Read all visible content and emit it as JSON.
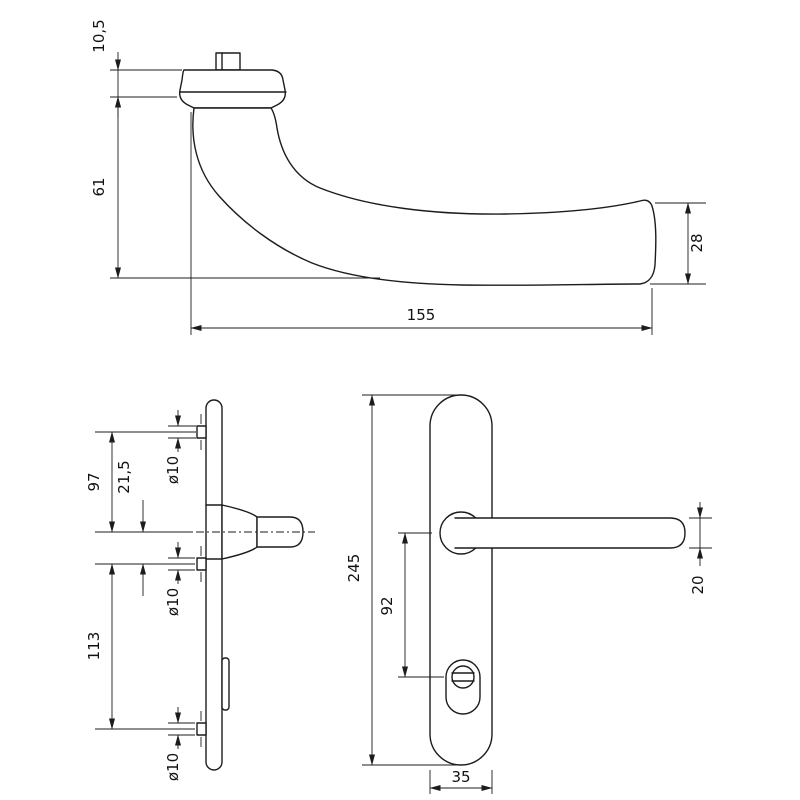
{
  "page": {
    "background": "#ffffff",
    "line_color": "#1c1c1c"
  },
  "drawing": {
    "kind": "door-handle-technical-drawing",
    "views": {
      "handle_side": {
        "cap_height": "10,5",
        "height": "61",
        "length": "155",
        "grip_end_height": "28"
      },
      "plate_profile": {
        "screw_top": "ø10",
        "top_spacing": "97",
        "handle_offset": "21,5",
        "screw_mid": "ø10",
        "bottom_spacing": "113",
        "screw_bottom": "ø10"
      },
      "plate_front": {
        "plate_length": "245",
        "centre_distance": "92",
        "lever_thickness": "20",
        "plate_width": "35"
      }
    }
  }
}
